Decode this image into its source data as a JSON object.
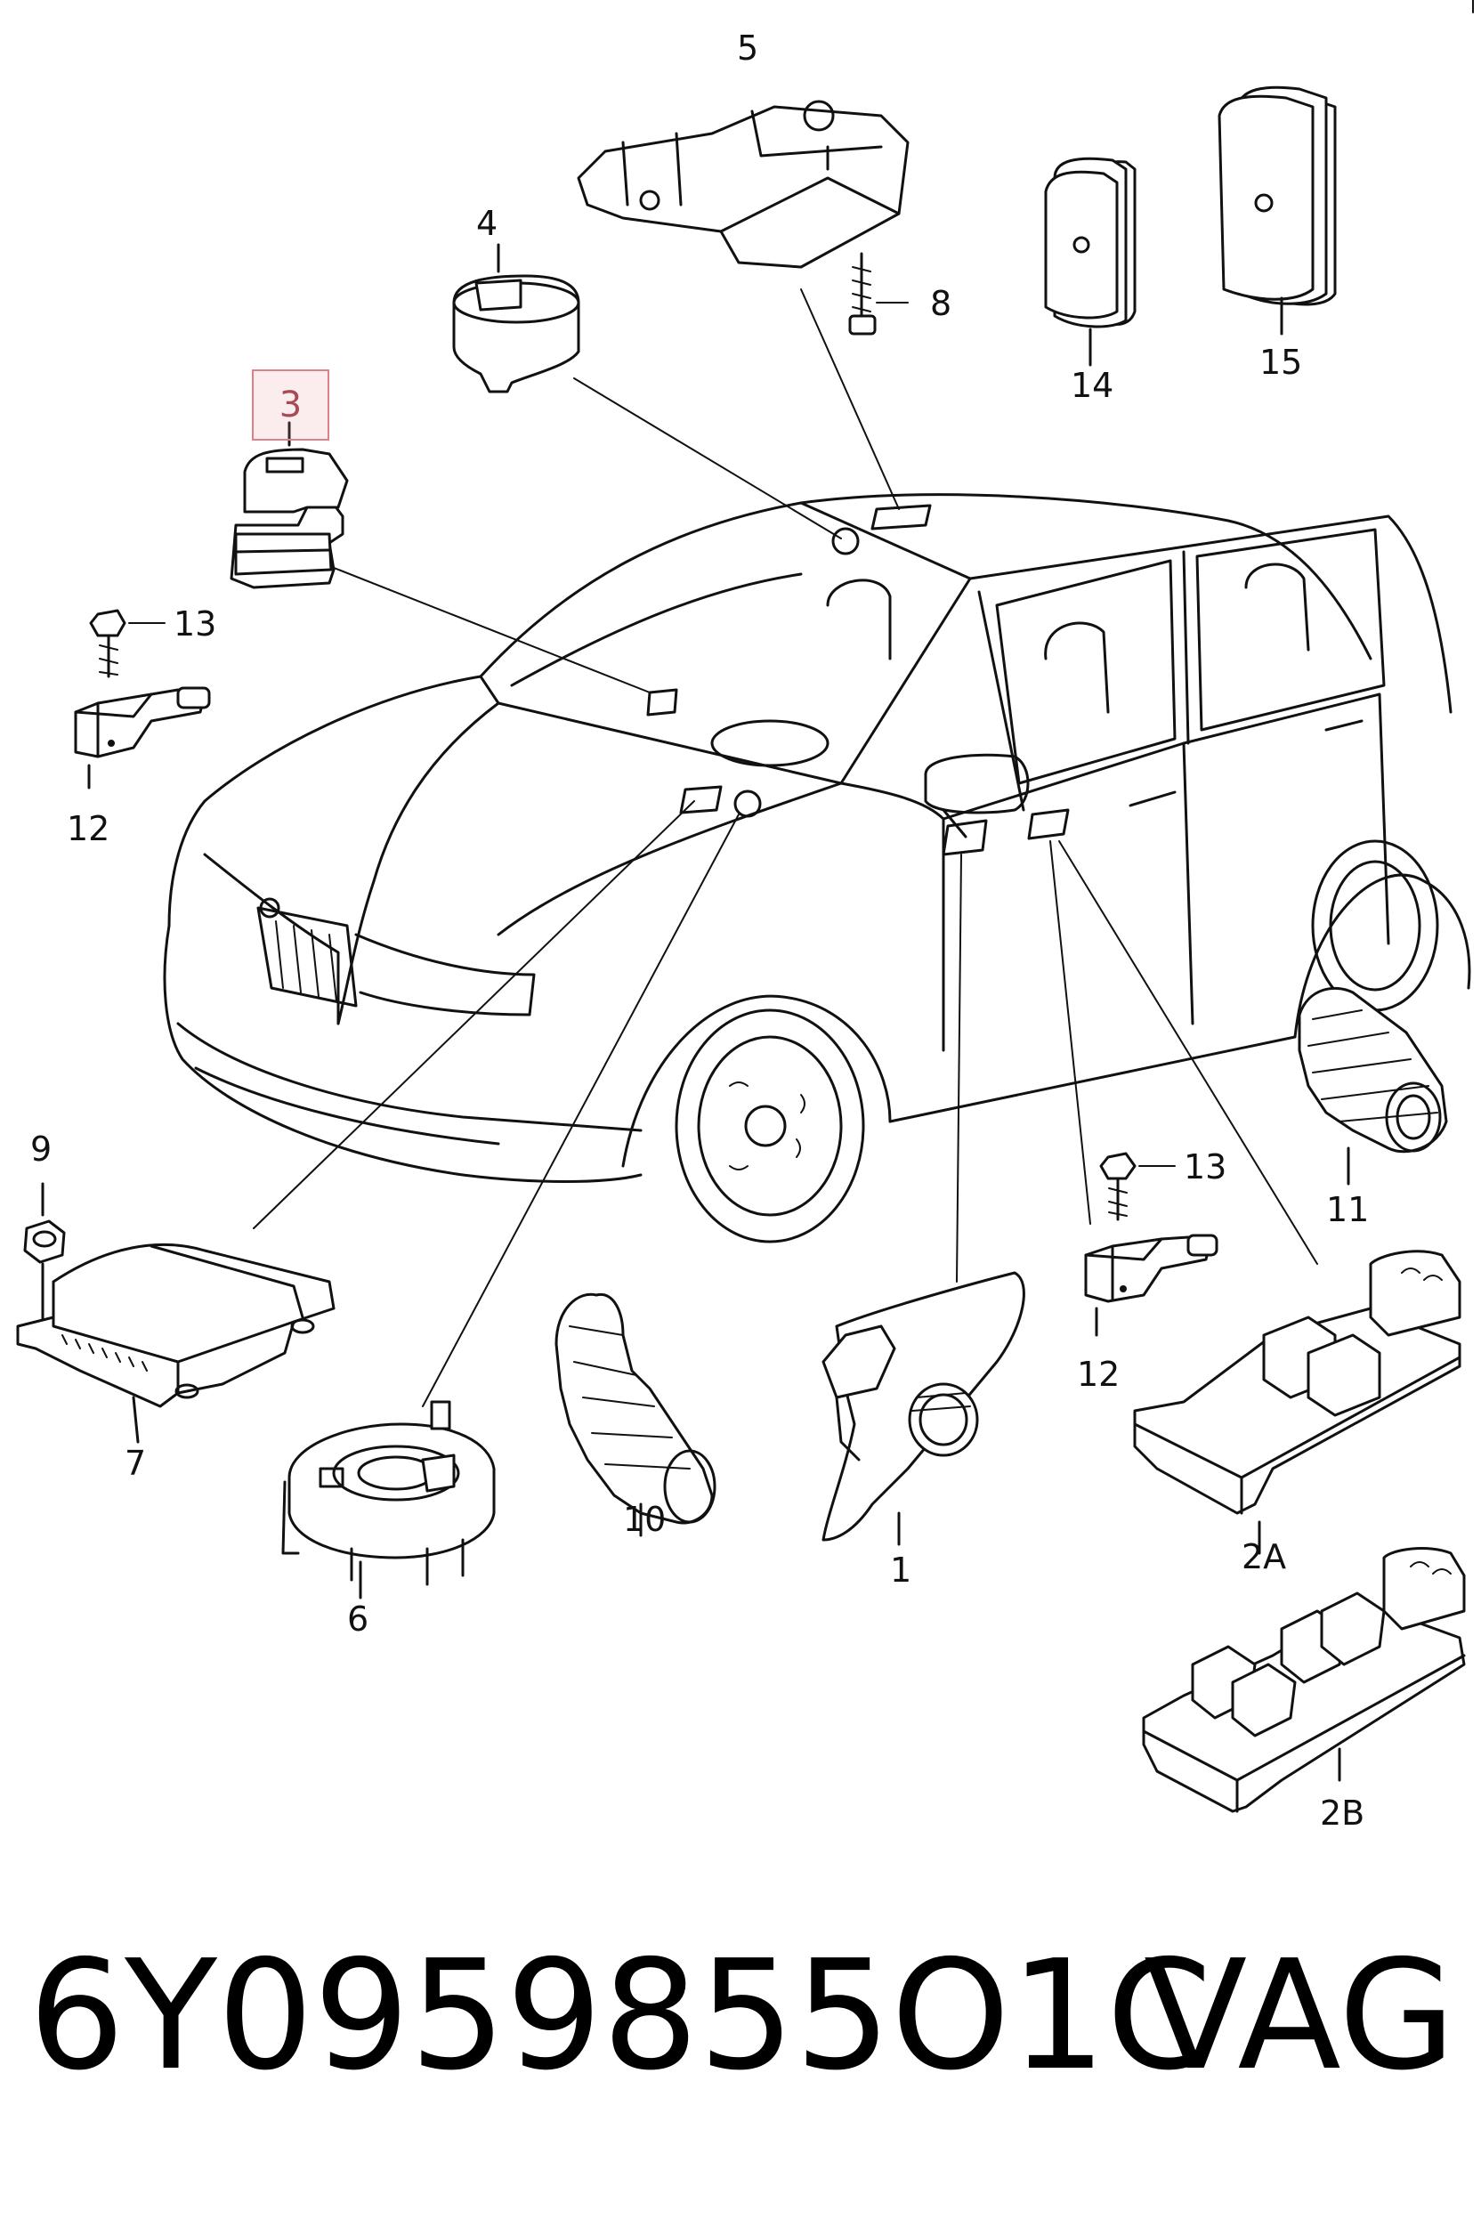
{
  "diagram": {
    "callouts": {
      "c1": "1",
      "c2a": "2A",
      "c2b": "2B",
      "c3": "3",
      "c4": "4",
      "c5": "5",
      "c6": "6",
      "c7": "7",
      "c8": "8",
      "c9": "9",
      "c10": "10",
      "c11": "11",
      "c12a": "12",
      "c12b": "12",
      "c13a": "13",
      "c13b": "13",
      "c14": "14",
      "c15": "15"
    },
    "highlighted_callout": "3",
    "highlight_color": "#e07f86"
  },
  "footer": {
    "part_number": "6Y0959855O1C",
    "brand": "VAG"
  }
}
